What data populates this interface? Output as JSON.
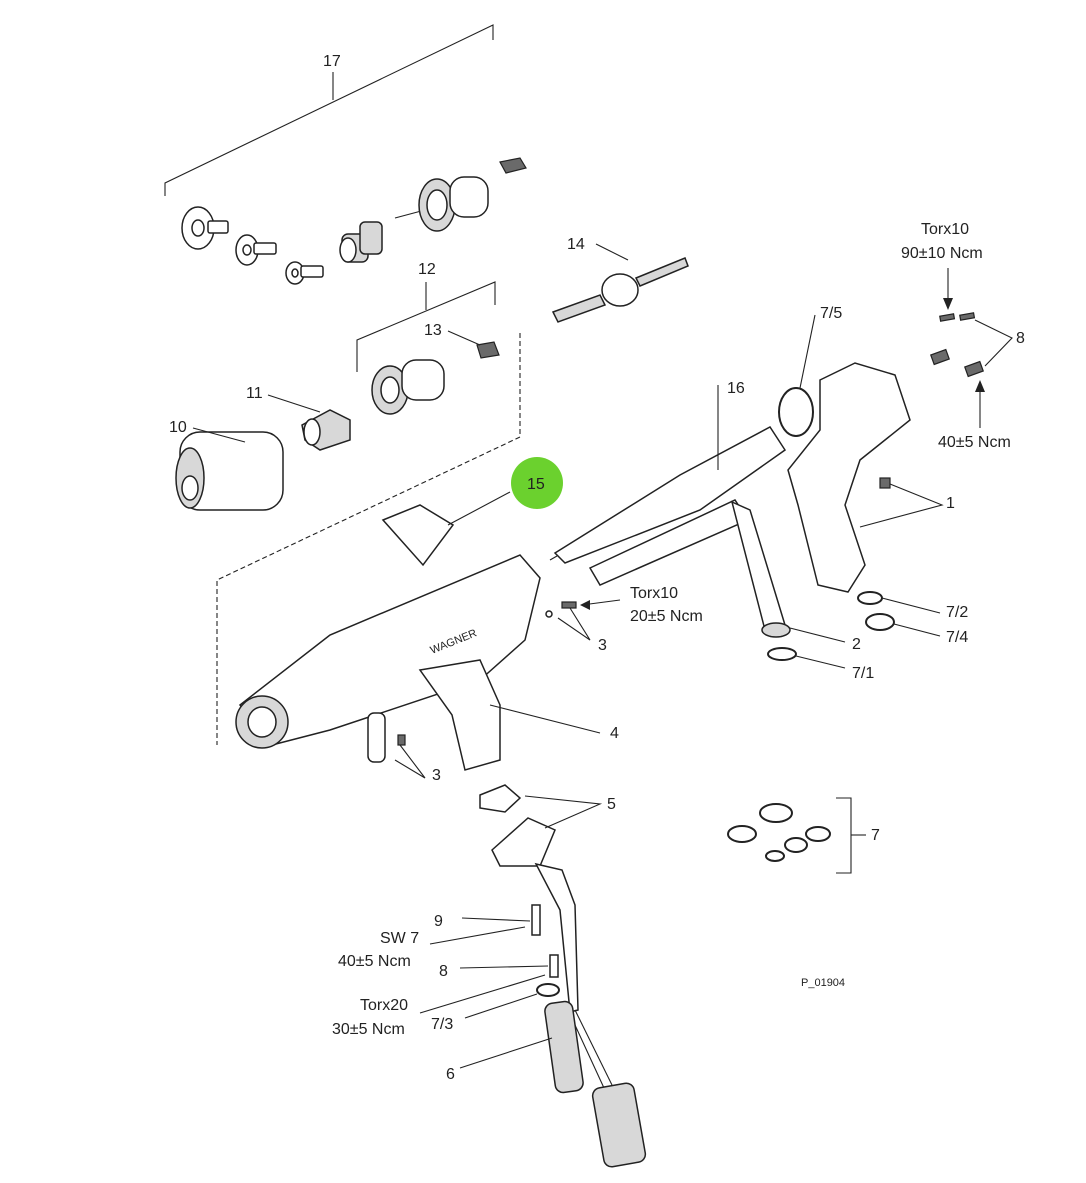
{
  "labels": {
    "n17": "17",
    "n14": "14",
    "n12": "12",
    "n13": "13",
    "n11": "11",
    "n10": "10",
    "n16": "16",
    "n15": "15",
    "n7_5": "7/5",
    "n8a": "8",
    "n1": "1",
    "n7_2": "7/2",
    "n7_4": "7/4",
    "n2": "2",
    "n7_1": "7/1",
    "n3a": "3",
    "n3b": "3",
    "n4": "4",
    "n5": "5",
    "n7": "7",
    "n9": "9",
    "n8b": "8",
    "n7_3": "7/3",
    "n6": "6"
  },
  "torque": {
    "t1_line1": "Torx10",
    "t1_line2": "90±10 Ncm",
    "t2": "40±5 Ncm",
    "t3_line1": "Torx10",
    "t3_line2": "20±5 Ncm",
    "t4_line1": "SW 7",
    "t4_line2": "40±5 Ncm",
    "t5_line1": "Torx20",
    "t5_line2": "30±5 Ncm"
  },
  "brand": "WAGNER",
  "drawing_id": "P_01904",
  "colors": {
    "highlight": "#6bd12e"
  }
}
